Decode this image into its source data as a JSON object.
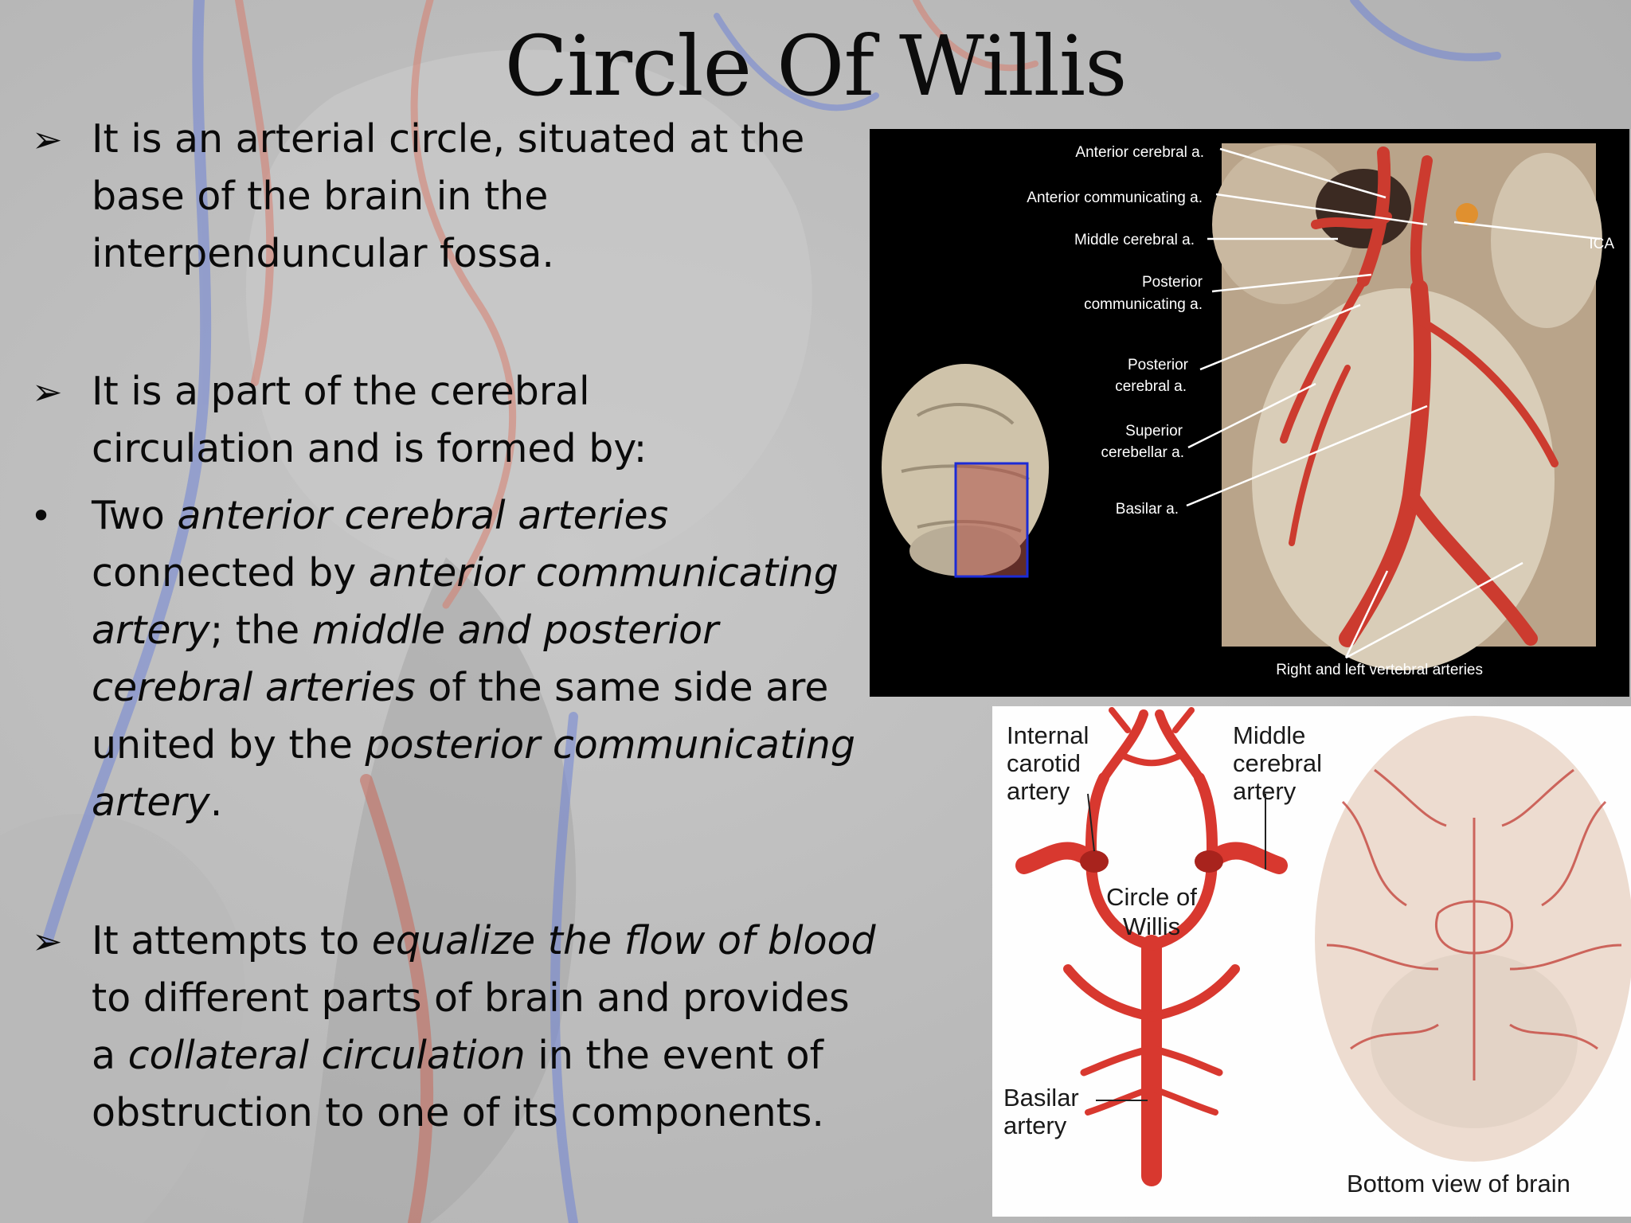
{
  "title": "Circle Of Willis",
  "point1": "It is an arterial circle, situated at the base of the brain in the interpenduncular fossa.",
  "point2": "It is a part of the cerebral circulation and is formed by:",
  "point3": {
    "t1": "Two ",
    "i1": "anterior cerebral arteries",
    "t2": " connected by ",
    "i2": "anterior communicating artery",
    "t3": "; the ",
    "i3": "middle and posterior cerebral arteries",
    "t4": " of the same side are united by the ",
    "i4": "posterior communicating artery",
    "t5": "."
  },
  "point4": {
    "t1": "It attempts to ",
    "i1": "equalize the flow of blood",
    "t2": " to different parts of brain and provides a ",
    "i2": "collateral circulation",
    "t3": " in the event of obstruction to one of its components."
  },
  "markers": {
    "arrow": "➢",
    "bullet": "•"
  },
  "photo_labels": {
    "anterior_cerebral": "Anterior cerebral a.",
    "anterior_communicating": "Anterior communicating a.",
    "middle_cerebral": "Middle cerebral a.",
    "posterior_communicating_1": "Posterior",
    "posterior_communicating_2": "communicating a.",
    "posterior_cerebral_1": "Posterior",
    "posterior_cerebral_2": "cerebral a.",
    "superior_cerebellar_1": "Superior",
    "superior_cerebellar_2": "cerebellar a.",
    "basilar": "Basilar a.",
    "ica": "ICA",
    "vertebral": "Right and left vertebral arteries"
  },
  "illus_labels": {
    "internal_carotid_1": "Internal",
    "internal_carotid_2": "carotid",
    "internal_carotid_3": "artery",
    "middle_cerebral_1": "Middle",
    "middle_cerebral_2": "cerebral",
    "middle_cerebral_3": "artery",
    "circle_1": "Circle of",
    "circle_2": "Willis",
    "basilar_1": "Basilar",
    "basilar_2": "artery",
    "bottom_view": "Bottom view of brain"
  },
  "colors": {
    "artery": "#d8382f",
    "panel_bg": "#000000",
    "text": "#0a0a0a",
    "blue_box": "#1c2bd6"
  }
}
